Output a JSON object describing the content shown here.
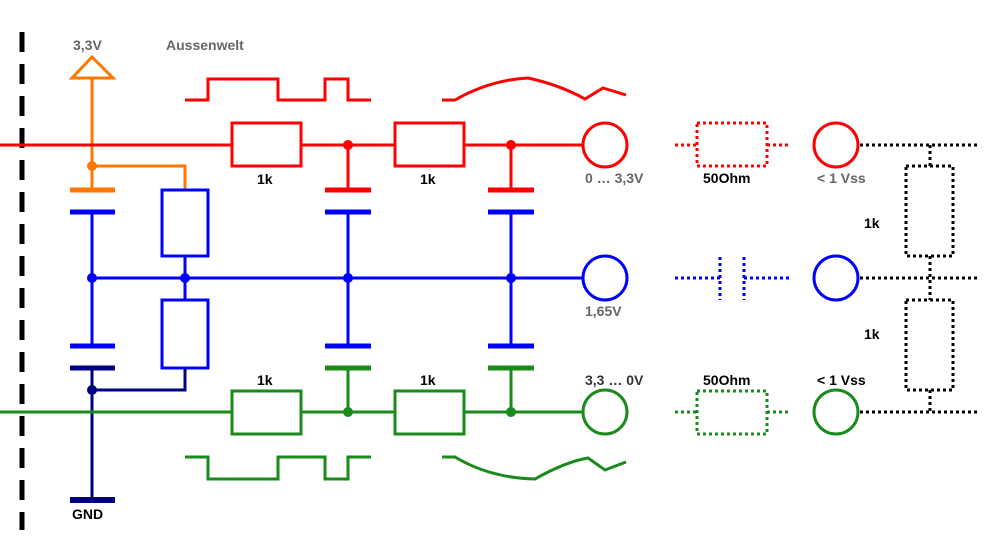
{
  "labels": {
    "supply": "3,3V",
    "outside": "Aussenwelt",
    "ground": "GND",
    "r1_top": "1k",
    "r2_top": "1k",
    "r1_bottom": "1k",
    "r2_bottom": "1k",
    "out_top": "0 … 3,3V",
    "out_mid": "1,65V",
    "out_bottom": "3,3 … 0V",
    "line_top": "50Ohm",
    "line_bottom": "50Ohm",
    "vss_top": "< 1 Vss",
    "vss_bottom": "< 1 Vss",
    "term_r_top": "1k",
    "term_r_bottom": "1k"
  },
  "colors": {
    "positive": "#ff0000",
    "reference": "#0000ff",
    "negative": "#1a8a1a",
    "supply": "#ff7700",
    "ground": "#000080",
    "termination": "#000000"
  }
}
